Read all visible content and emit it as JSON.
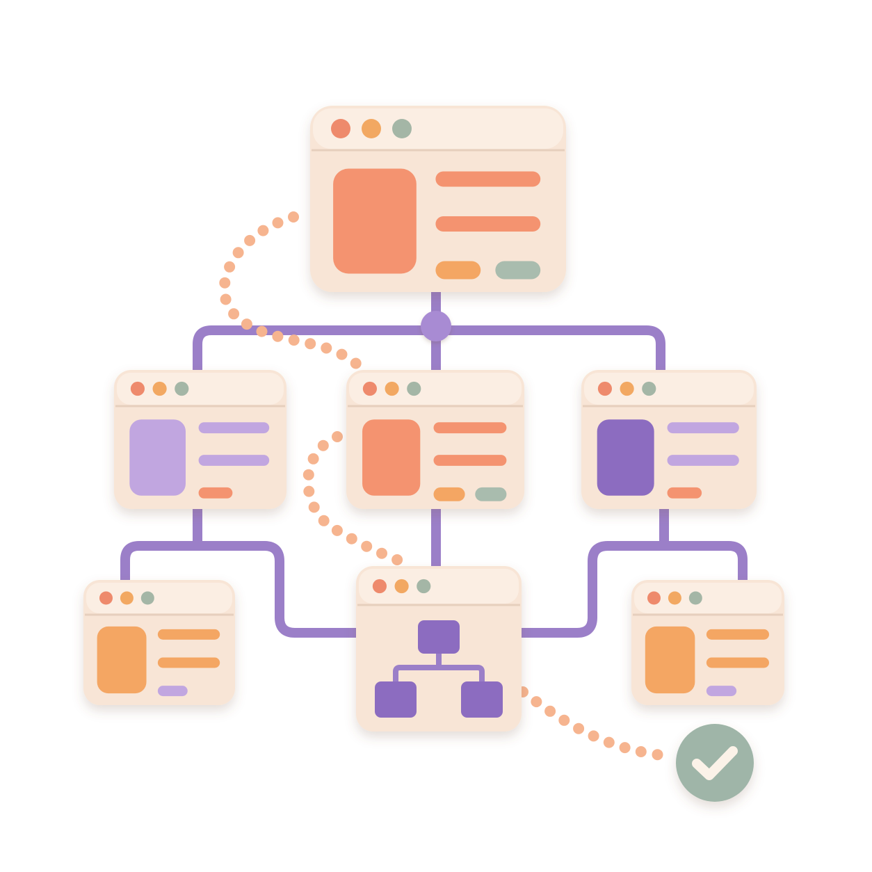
{
  "colors": {
    "background": "#ffffff",
    "window_body": "#f8e5d6",
    "window_header": "#fbeee3",
    "window_divider": "#e6cfbd",
    "connector": "#9b7fc8",
    "connector_hub": "#a88bd3",
    "dotted_path": "#f6b48f",
    "dot_red": "#ee8a6c",
    "dot_orange": "#f2a862",
    "dot_sage": "#a4b6a6",
    "salmon": "#f4936f",
    "orange": "#f4a664",
    "sage": "#a9bcae",
    "lavender": "#c1a6e0",
    "purple": "#8c6cc0",
    "check_badge": "#9fb5a8",
    "check_mark": "#fbf2e8"
  },
  "diagram": {
    "kind": "flowchart-of-browser-windows",
    "windows": [
      {
        "id": "top-window",
        "image_color": "salmon",
        "lines": [
          "salmon",
          "salmon"
        ],
        "buttons": [
          "orange",
          "sage"
        ]
      },
      {
        "id": "middle-left-window",
        "image_color": "lavender",
        "lines": [
          "lavender",
          "lavender"
        ],
        "buttons": [
          "salmon"
        ]
      },
      {
        "id": "middle-center-window",
        "image_color": "salmon",
        "lines": [
          "salmon",
          "salmon"
        ],
        "buttons": [
          "orange",
          "sage"
        ]
      },
      {
        "id": "middle-right-window",
        "image_color": "purple",
        "lines": [
          "lavender",
          "lavender"
        ],
        "buttons": [
          "salmon"
        ]
      },
      {
        "id": "bottom-left-window",
        "image_color": "orange",
        "lines": [
          "orange",
          "orange"
        ],
        "buttons": [
          "lavender"
        ]
      },
      {
        "id": "bottom-center-window",
        "content": "sitemap-icon"
      },
      {
        "id": "bottom-right-window",
        "image_color": "orange",
        "lines": [
          "orange",
          "orange"
        ],
        "buttons": [
          "lavender"
        ]
      }
    ],
    "end_badge": "check-icon"
  }
}
